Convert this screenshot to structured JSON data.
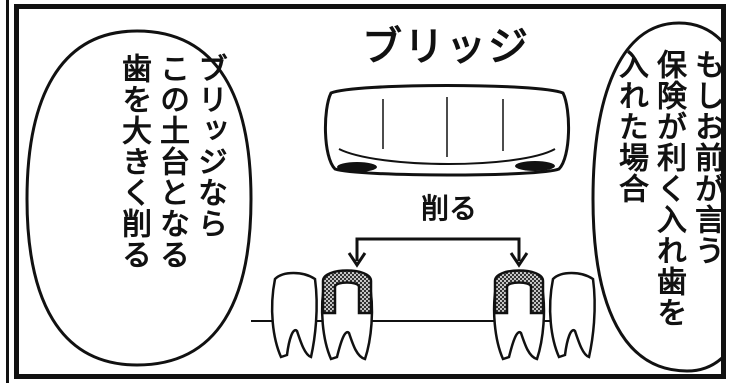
{
  "panel": {
    "title": "ブリッジ",
    "cut_label": "削る",
    "left_balloon": {
      "lines": [
        "ブリッジなら",
        "この土台となる",
        "歯を大きく削る"
      ]
    },
    "right_balloon": {
      "lines": [
        "もしお前が言う",
        "保険が利く入れ歯を",
        "入れた場合"
      ]
    }
  },
  "colors": {
    "ink": "#111111",
    "paper": "#ffffff"
  }
}
